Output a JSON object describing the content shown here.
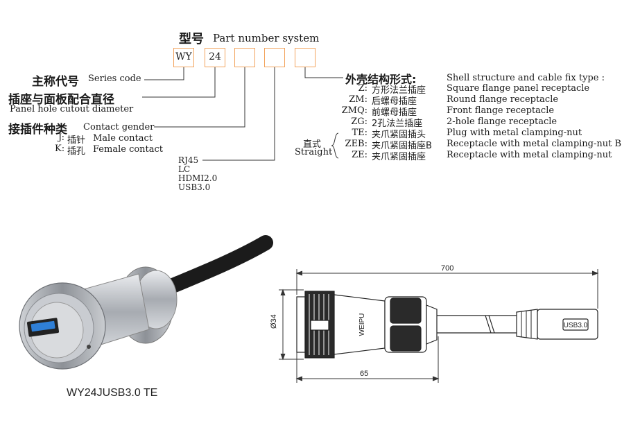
{
  "header": {
    "title_cn": "型号",
    "title_en": "Part number system"
  },
  "boxes": [
    "WY",
    "24",
    "",
    "",
    ""
  ],
  "series_code": {
    "cn": "主称代号",
    "en": "Series code"
  },
  "panel_hole": {
    "cn": "插座与面板配合直径",
    "en": "Panel hole cutout diameter"
  },
  "contact_gender": {
    "cn": "接插件种类",
    "en": "Contact gender",
    "items": [
      {
        "code": "J:",
        "cn": "插针",
        "en": "Male contact"
      },
      {
        "code": "K:",
        "cn": "插孔",
        "en": "Female contact"
      }
    ]
  },
  "interfaces": [
    "RJ45",
    "LC",
    "HDMI2.0",
    "USB3.0"
  ],
  "shell": {
    "cn": "外壳结构形式:",
    "en": "Shell structure and cable fix type :",
    "items": [
      {
        "code": "Z:",
        "cn": "方形法兰插座",
        "en": "Square flange panel receptacle"
      },
      {
        "code": "ZM:",
        "cn": "后螺母插座",
        "en": "Round flange receptacle"
      },
      {
        "code": "ZMQ:",
        "cn": "前螺母插座",
        "en": "Front flange receptacle"
      },
      {
        "code": "ZG:",
        "cn": "2孔法兰插座",
        "en": "2-hole flange receptacle"
      },
      {
        "code": "TE:",
        "cn": "夹爪紧固插头",
        "en": "Plug with metal clamping-nut"
      },
      {
        "code": "ZEB:",
        "cn": "夹爪紧固插座B",
        "en": "Receptacle with metal clamping-nut B"
      },
      {
        "code": "ZE:",
        "cn": "夹爪紧固插座",
        "en": "Receptacle with metal clamping-nut"
      }
    ],
    "straight_cn": "直式",
    "straight_en": "Straight"
  },
  "drawing": {
    "length": "700",
    "diameter": "Ø34",
    "head": "65",
    "brand": "WEIPU",
    "plug_label": "USB3.0"
  },
  "product_caption": "WY24JUSB3.0 TE",
  "colors": {
    "box_border": "#f2a35c",
    "metal": "#b8bcc2",
    "usb_blue": "#2f7fd6",
    "cable": "#1b1b1b"
  }
}
